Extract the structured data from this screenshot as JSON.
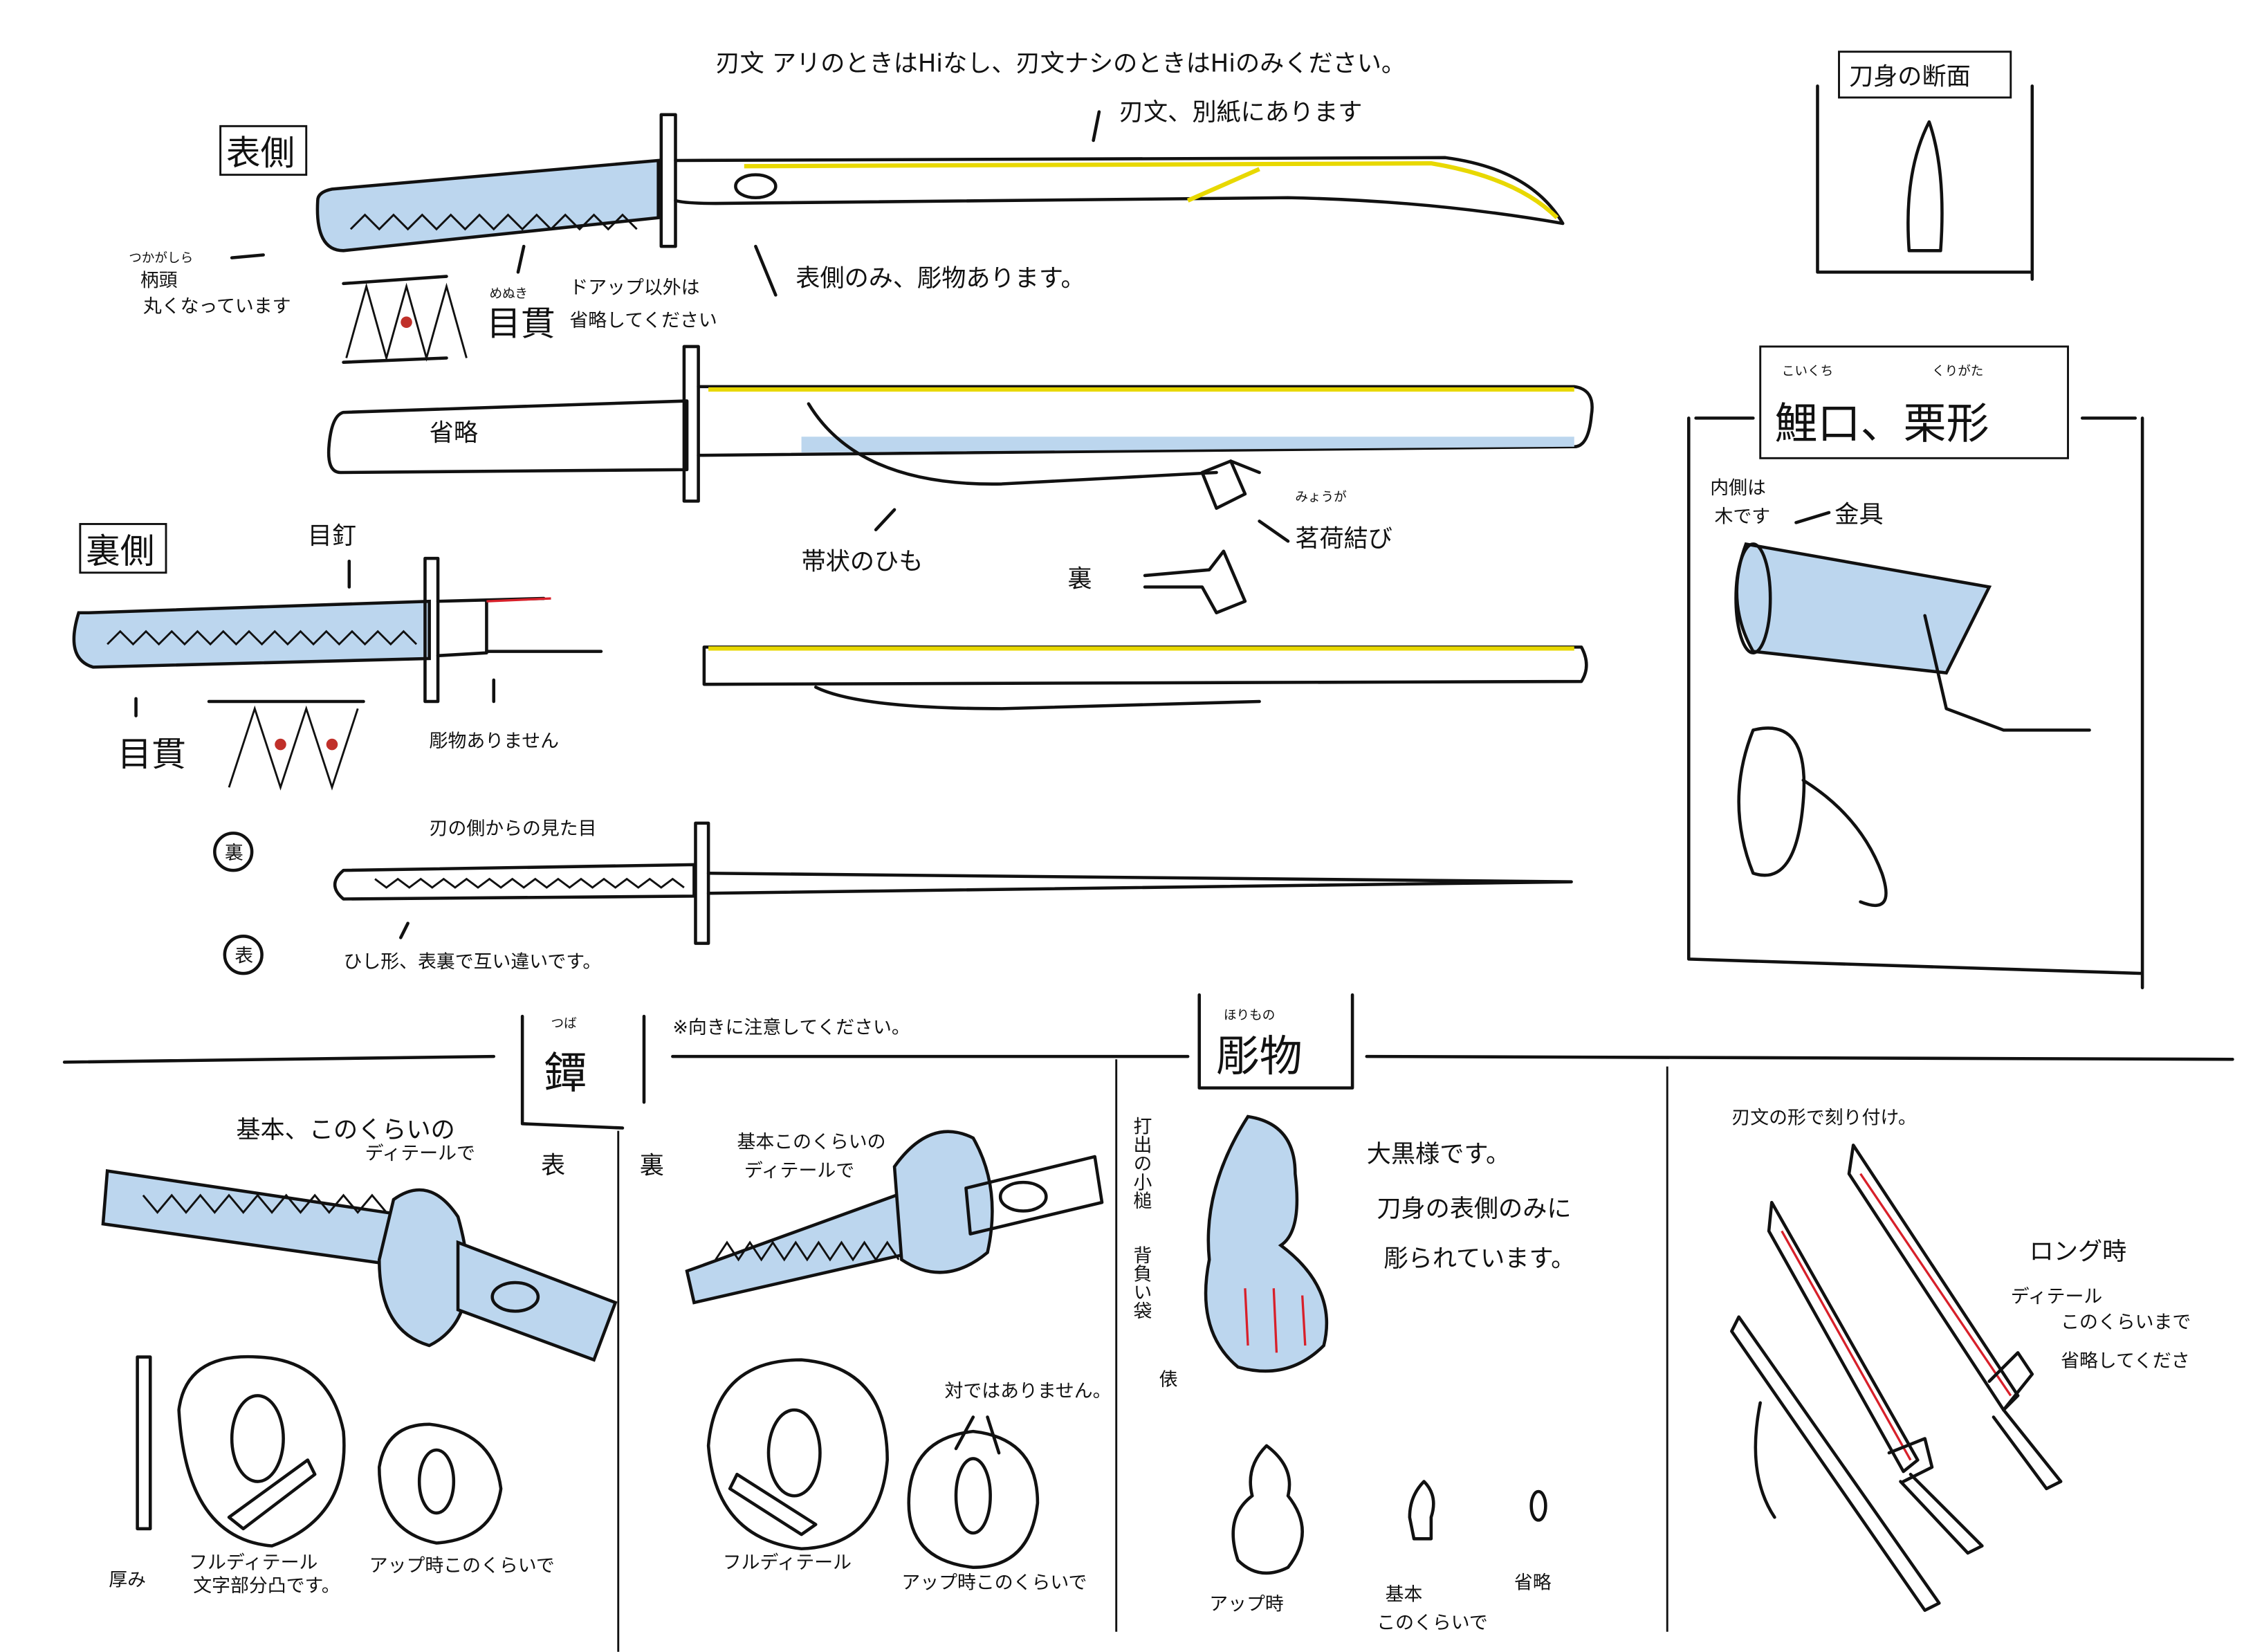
{
  "header_note": "刃文 アリのときはHiなし、刃文ナシのときはHiのみください。",
  "hamon_note": "刃文、別紙にあります",
  "omote_section": {
    "label": "表側",
    "kashira_furigana": "つかがしら",
    "kashira_label": "柄頭",
    "kashira_note": "丸くなっています",
    "menuki_furigana": "めぬき",
    "menuki_label": "目貫",
    "closeup_note_1": "ドアップ以外は",
    "closeup_note_2": "省略してください",
    "horimono_note": "表側のみ、彫物あります。",
    "saya_omit": "省略",
    "sageo_label": "帯状のひも",
    "myoga_furigana": "みょうが",
    "myoga_label": "茗荷結び",
    "ura_label": "裏"
  },
  "cross_section": {
    "title": "刀身の断面"
  },
  "koiguchi": {
    "koiguchi_furigana": "こいくち",
    "kurigata_furigana": "くりがた",
    "title": "鯉口、栗形",
    "inner_note_1": "内側は",
    "inner_note_2": "木です",
    "kanagu_label": "金具"
  },
  "ura_section": {
    "label": "裏側",
    "mekugi_label": "目釘",
    "menuki_label": "目貫",
    "no_horimono": "彫物ありません",
    "edge_view_label": "刃の側からの見た目",
    "ura_mark": "裏",
    "omote_mark": "表",
    "diamond_note": "ひし形、表裏で互い違いです。"
  },
  "tsuba": {
    "furigana": "つば",
    "title": "鐔",
    "orientation_note": "※向きに注意してください。",
    "omote_label": "表",
    "ura_label": "裏",
    "detail_note_left_1": "基本、このくらいの",
    "detail_note_left_2": "ディテールで",
    "detail_note_right_1": "基本このくらいの",
    "detail_note_right_2": "ディテールで",
    "thickness_label": "厚み",
    "full_detail_1": "フルディテール",
    "full_detail_1b": "文字部分凸です。",
    "closeup_1": "アップ時このくらいで",
    "full_detail_2": "フルディテール",
    "not_pair": "対ではありません。",
    "closeup_2": "アップ時このくらいで"
  },
  "horimono": {
    "furigana": "ほりもの",
    "title": "彫物",
    "mallet_label": "打出の小槌",
    "bag_label": "背負い袋",
    "bale_label": "俵",
    "desc_1": "大黒様です。",
    "desc_2": "刀身の表側のみに",
    "desc_3": "彫られています。",
    "closeup_label": "アップ時",
    "basic_label_1": "基本",
    "basic_label_2": "このくらいで",
    "omit_label": "省略"
  },
  "long_shot": {
    "hamon_engrave_note": "刃文の形で刻り付け。",
    "title": "ロング時",
    "note_1": "ディテール",
    "note_2": "このくらいまで",
    "note_3": "省略してくださ"
  },
  "colors": {
    "ink": "#111111",
    "blue": "#bcd6ee",
    "yellow": "#e8d800",
    "red": "#d8202a"
  }
}
